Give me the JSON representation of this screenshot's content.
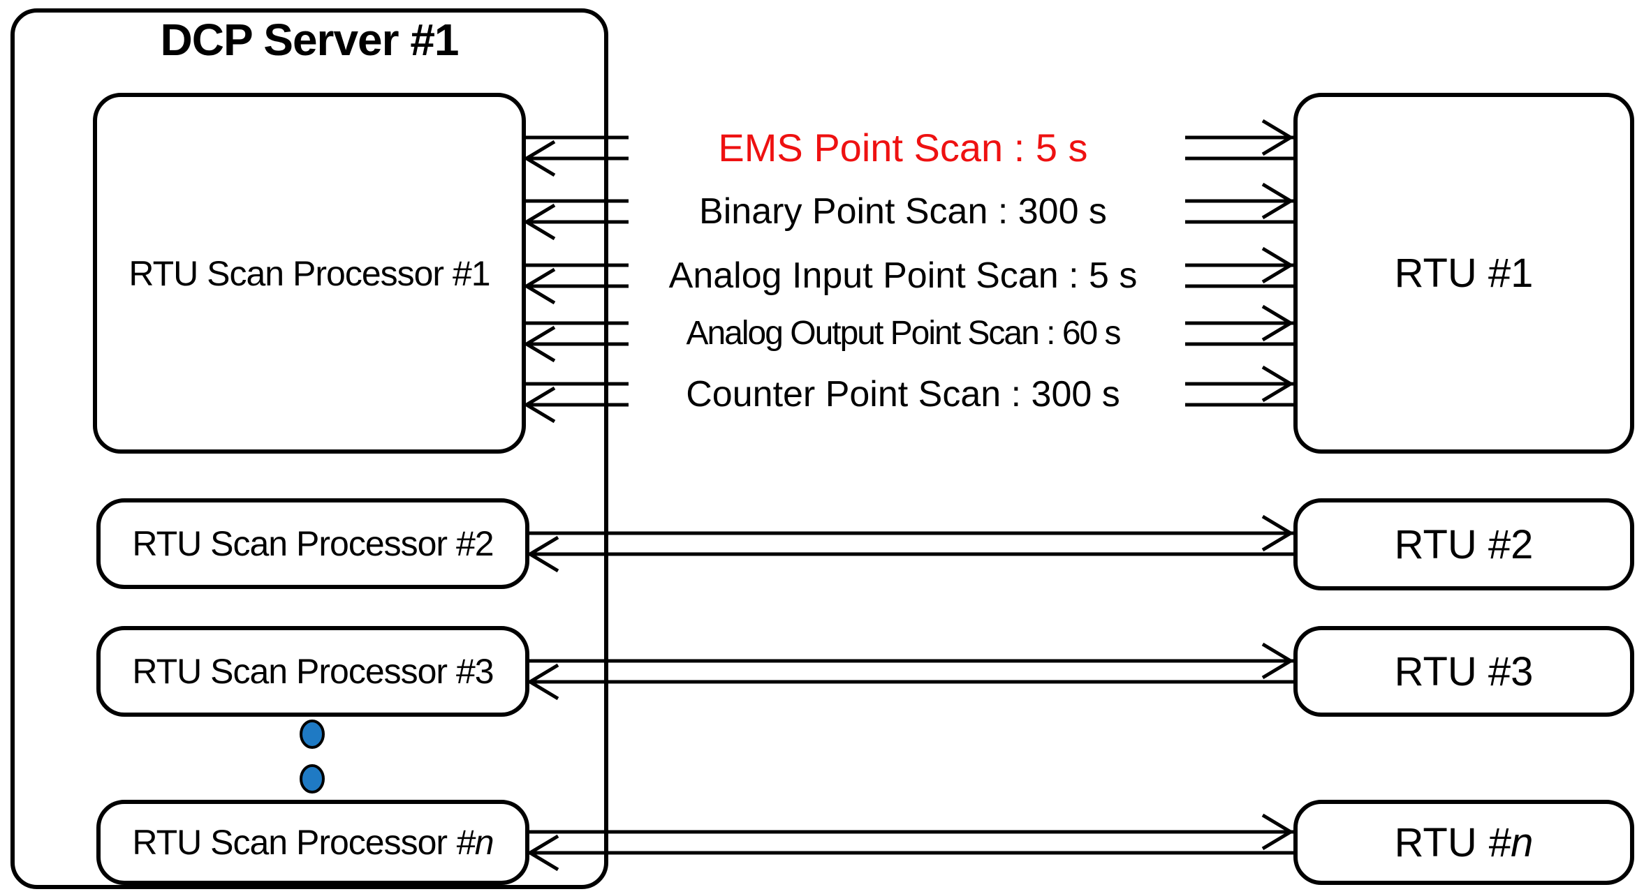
{
  "diagram": {
    "server": {
      "title": "DCP Server #1"
    },
    "processors": [
      {
        "label": "RTU Scan Processor #1"
      },
      {
        "label": "RTU Scan Processor #2"
      },
      {
        "label": "RTU Scan Processor #3"
      },
      {
        "label_prefix": "RTU Scan Processor ",
        "label_italic": "#n"
      }
    ],
    "rtus": [
      {
        "label": "RTU #1"
      },
      {
        "label": "RTU #2"
      },
      {
        "label": "RTU #3"
      },
      {
        "label_prefix": "RTU ",
        "label_italic": "#n"
      }
    ],
    "scan_labels": [
      {
        "text": "EMS Point Scan : 5 s",
        "color": "#ee1111"
      },
      {
        "text": "Binary Point Scan : 300 s",
        "color": "#000000"
      },
      {
        "text": "Analog Input Point Scan : 5 s",
        "color": "#000000"
      },
      {
        "text": "Analog Output Point Scan : 60 s",
        "color": "#000000"
      },
      {
        "text": "Counter Point Scan : 300 s",
        "color": "#000000"
      }
    ],
    "colors": {
      "accent_red": "#ee1111",
      "dot_blue": "#1f7ac4",
      "line_black": "#000000"
    },
    "ellipsis_dot_count": 2
  }
}
